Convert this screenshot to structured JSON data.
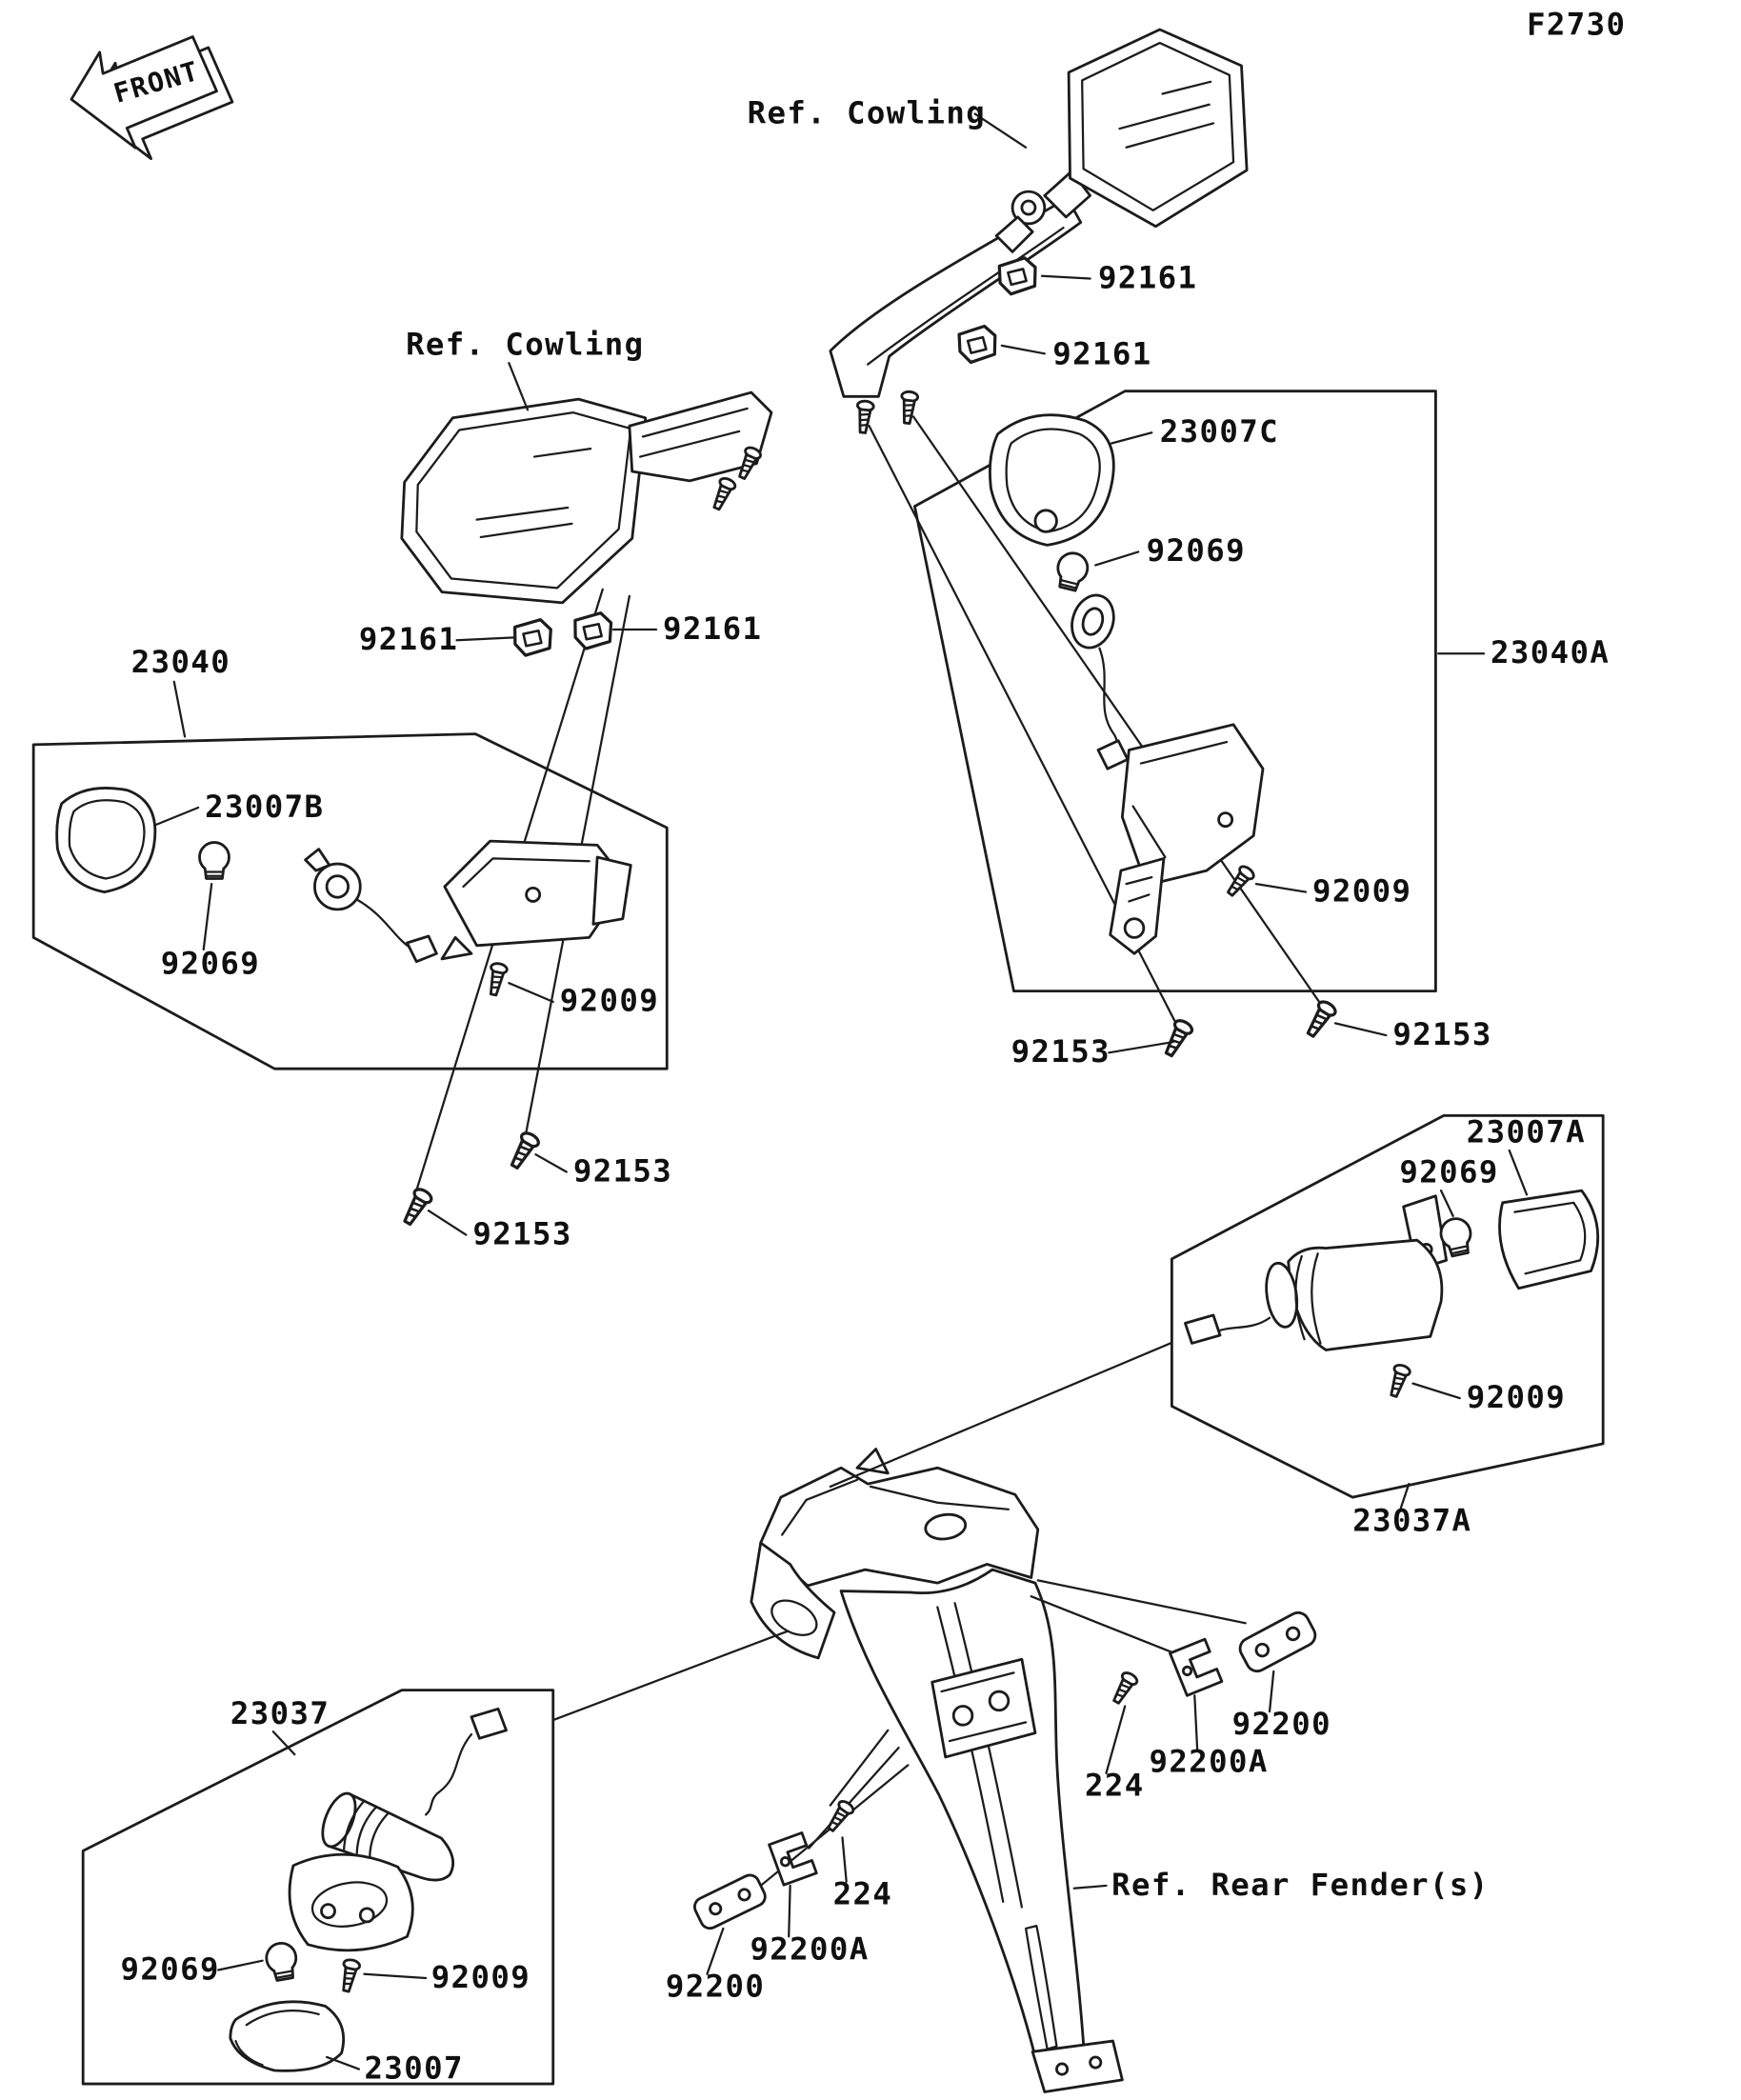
{
  "figure": {
    "code": "F2730",
    "front_label": "FRONT"
  },
  "references": {
    "cowling_right": "Ref. Cowling",
    "cowling_left": "Ref. Cowling",
    "rear_fender": "Ref. Rear Fender(s)"
  },
  "callouts": {
    "clip_right_upper": "92161",
    "clip_right_lower": "92161",
    "lens_front_right": "23007C",
    "bulb_front_right": "92069",
    "assembly_front_right": "23040A",
    "screw_front_right": "92009",
    "tap_front_right_a": "92153",
    "tap_front_right_b": "92153",
    "clip_left_outer": "92161",
    "clip_left_inner": "92161",
    "assembly_front_left": "23040",
    "lens_front_left": "23007B",
    "bulb_front_left": "92069",
    "screw_front_left": "92009",
    "tap_front_left_a": "92153",
    "tap_front_left_b": "92153",
    "lens_rear_right": "23007A",
    "bulb_rear_right": "92069",
    "screw_rear_right": "92009",
    "assembly_rear_right": "23037A",
    "assembly_rear_left": "23037",
    "plate_right": "92200",
    "bracket_right": "92200A",
    "bolt_right": "224",
    "bolt_center": "224",
    "bracket_center": "92200A",
    "plate_center": "92200",
    "bulb_rear_left": "92069",
    "screw_rear_left": "92009",
    "lens_rear_left": "23007"
  },
  "colors": {
    "ink": "#1c1c1c",
    "background": "#ffffff"
  }
}
